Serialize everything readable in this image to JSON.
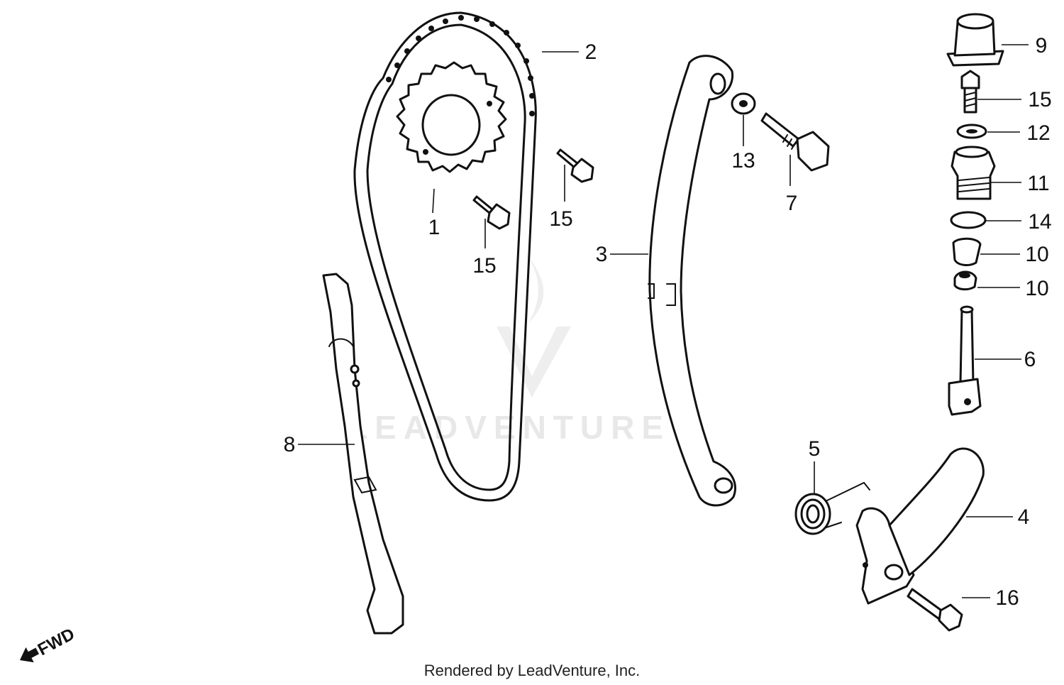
{
  "callouts": {
    "c1": "1",
    "c2": "2",
    "c3": "3",
    "c4": "4",
    "c5": "5",
    "c6": "6",
    "c7": "7",
    "c8": "8",
    "c9": "9",
    "c10a": "10",
    "c10b": "10",
    "c11": "11",
    "c12": "12",
    "c13": "13",
    "c14": "14",
    "c15a": "15",
    "c15b": "15",
    "c15c": "15",
    "c16": "16"
  },
  "watermark": "LEADVENTURE",
  "direction_label": "FWD",
  "footer": "Rendered by LeadVenture, Inc."
}
